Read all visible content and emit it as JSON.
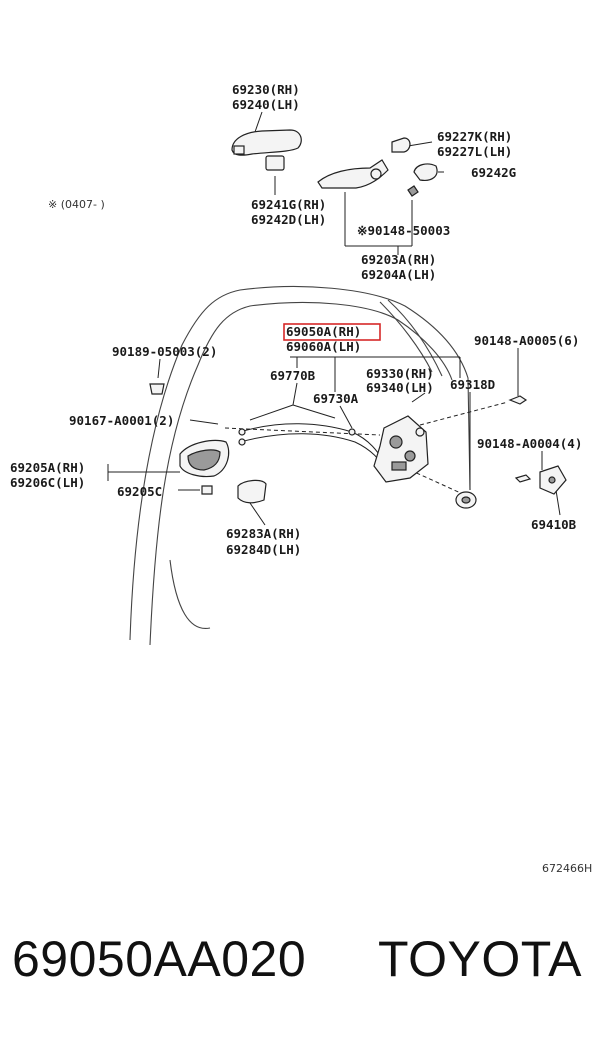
{
  "diagram": {
    "note": "※ (0407-        )",
    "figure_id": "672466H",
    "highlight_color": "#d62828",
    "labels": {
      "p69230": "69230(RH)",
      "p69240": "69240(LH)",
      "p69227k": "69227K(RH)",
      "p69227l": "69227L(LH)",
      "p69242g": "69242G",
      "p69241g": "69241G(RH)",
      "p69242d": "69242D(LH)",
      "p90148_50003": "※90148-50003",
      "p69203a": "69203A(RH)",
      "p69204a": "69204A(LH)",
      "p69050a": "69050A(RH)",
      "p69060a": "69060A(LH)",
      "p90189": "90189-05003(2)",
      "p90148_a0005": "90148-A0005(6)",
      "p69770b": "69770B",
      "p69330": "69330(RH)",
      "p69340": "69340(LH)",
      "p69318d": "69318D",
      "p69730a": "69730A",
      "p90167": "90167-A0001(2)",
      "p90148_a0004": "90148-A0004(4)",
      "p69205a": "69205A(RH)",
      "p69206c": "69206C(LH)",
      "p69205c": "69205C",
      "p69410b": "69410B",
      "p69283a": "69283A(RH)",
      "p69284d": "69284D(LH)"
    }
  },
  "footer": {
    "part_number": "69050AA020",
    "brand": "TOYOTA"
  }
}
